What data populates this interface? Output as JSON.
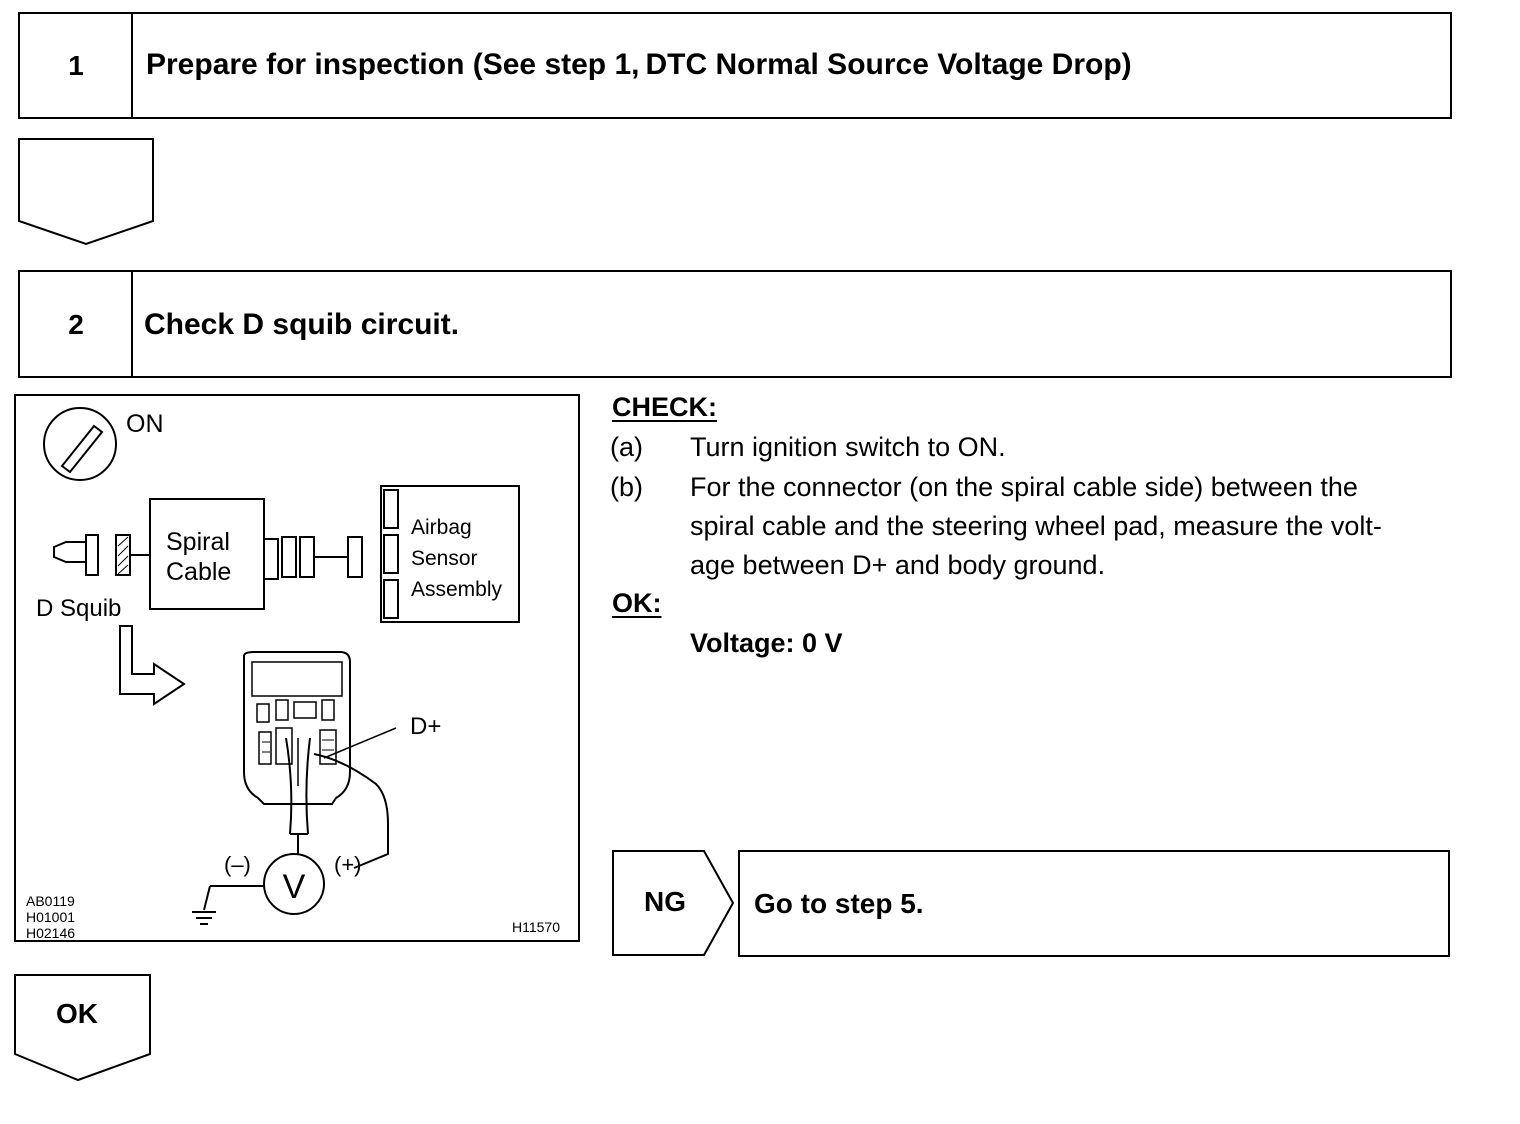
{
  "step1": {
    "number": "1",
    "title": "Prepare for inspection (See step 1, DTC Normal Source Voltage Drop)"
  },
  "step2": {
    "number": "2",
    "title": "Check D squib circuit."
  },
  "diagram": {
    "ignition_label": "ON",
    "spiral_cable": [
      "Spiral",
      "Cable"
    ],
    "airbag": [
      "Airbag",
      "Sensor",
      "Assembly"
    ],
    "d_squib": "D Squib",
    "d_plus": "D+",
    "minus": "(–)",
    "plus": "(+)",
    "volt": "V",
    "codes": [
      "AB0119",
      "H01001",
      "H02146"
    ],
    "figure_id": "H11570"
  },
  "check": {
    "heading": "CHECK:",
    "items": [
      {
        "marker": "(a)",
        "lines": [
          "Turn ignition switch to ON."
        ]
      },
      {
        "marker": "(b)",
        "lines": [
          "For the connector (on the spiral cable side) between the",
          "spiral cable and the steering wheel pad, measure the volt-",
          "age between D+ and body ground."
        ]
      }
    ],
    "ok_heading": "OK:",
    "ok_value": "Voltage: 0 V"
  },
  "ng": {
    "label": "NG",
    "action": "Go to step 5."
  },
  "ok_branch": {
    "label": "OK"
  }
}
